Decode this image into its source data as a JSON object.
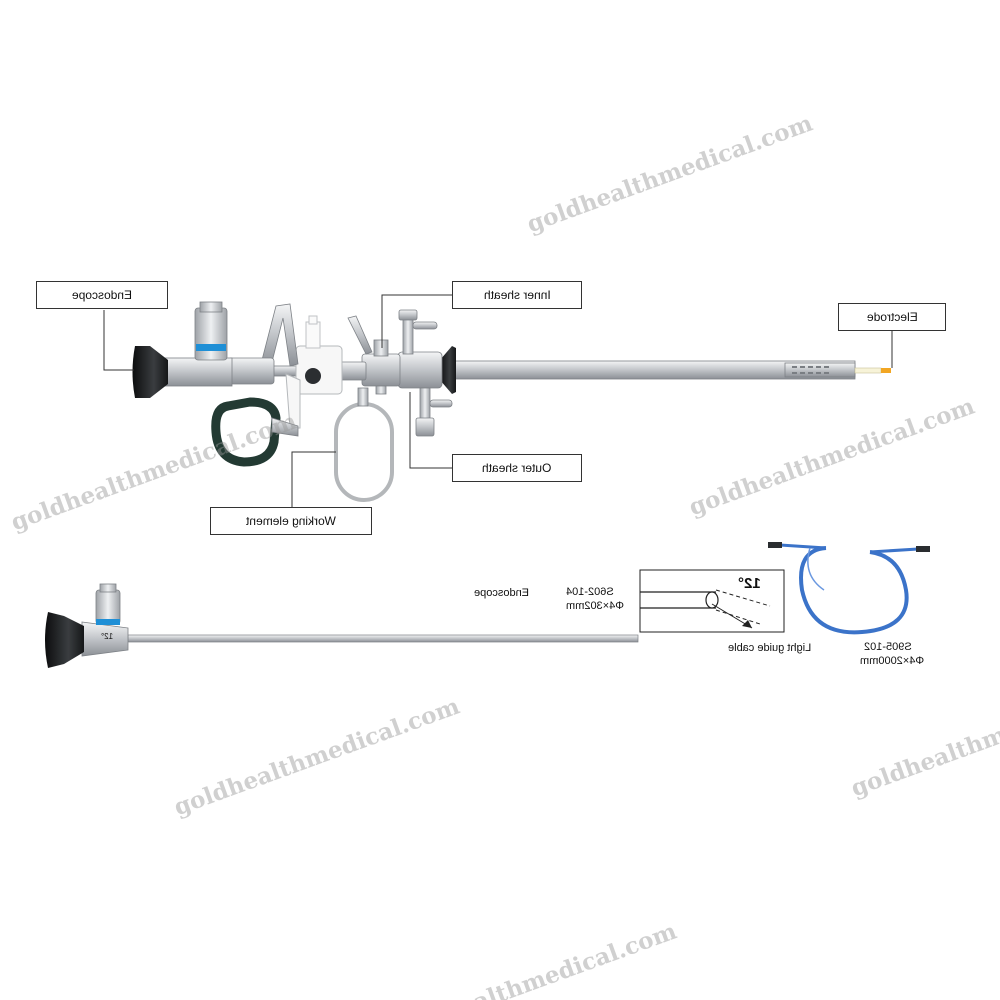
{
  "callouts": {
    "endoscope": "Endoscope",
    "inner_sheath": "Inner sheath",
    "electrode": "Electrode",
    "outer_sheath": "Outer sheath",
    "working_element": "Working element"
  },
  "endoscope_spec": {
    "label": "Endoscope",
    "code": "S602-104",
    "size": "Φ4×302mm",
    "angle": "12°",
    "scope_angle_mark": "12°"
  },
  "light_guide": {
    "label": "Light guide cable",
    "code": "S905-102",
    "size": "Φ4×2000mm"
  },
  "watermark": "goldhealthmedical.com",
  "colors": {
    "metal": "#c9ccd0",
    "dark": "#1f2326",
    "ring_blue": "#1f8fd6",
    "cable_blue": "#3b73c9",
    "handle_green": "#233a33"
  }
}
